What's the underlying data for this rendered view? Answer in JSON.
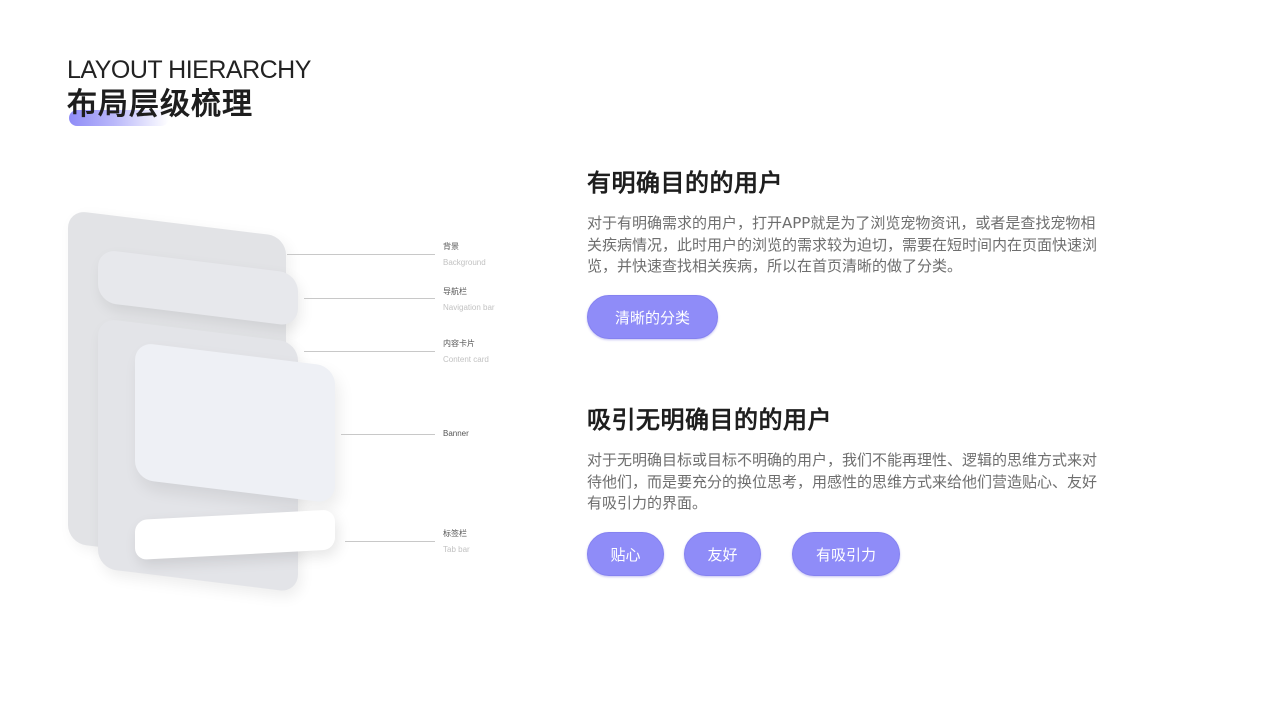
{
  "header": {
    "eyebrow": "LAYOUT HIERARCHY",
    "title": "布局层级梳理"
  },
  "diagram": {
    "labels": [
      {
        "zh": "背景",
        "en": "Background"
      },
      {
        "zh": "导航栏",
        "en": "Navigation bar"
      },
      {
        "zh": "内容卡片",
        "en": "Content card"
      },
      {
        "en": "Banner"
      },
      {
        "zh": "标签栏",
        "en": "Tab bar"
      }
    ]
  },
  "sections": [
    {
      "title": "有明确目的的用户",
      "body": "对于有明确需求的用户，打开APP就是为了浏览宠物资讯，或者是查找宠物相关疾病情况，此时用户的浏览的需求较为迫切，需要在短时间内在页面快速浏览，并快速查找相关疾病，所以在首页清晰的做了分类。",
      "tags": [
        "清晰的分类"
      ]
    },
    {
      "title": "吸引无明确目的的用户",
      "body": "对于无明确目标或目标不明确的用户，我们不能再理性、逻辑的思维方式来对待他们，而是要充分的换位思考，用感性的思维方式来给他们营造贴心、友好有吸引力的界面。",
      "tags": [
        "贴心",
        "友好",
        "有吸引力"
      ]
    }
  ],
  "colors": {
    "accent": "#8f8cf8",
    "title": "#1e1e1e",
    "body": "#6e6e6e"
  }
}
